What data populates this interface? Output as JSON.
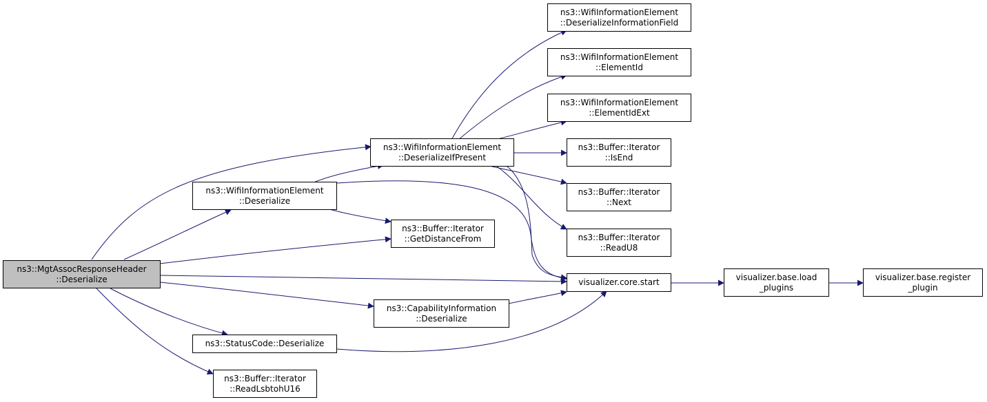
{
  "colors": {
    "edge": "#191970",
    "node_border": "#000000",
    "node_fill": "#ffffff",
    "root_fill": "#bfbfbf"
  },
  "nodes": {
    "root": [
      "ns3::MgtAssocResponseHeader",
      "::Deserialize"
    ],
    "wie_deserialize": [
      "ns3::WifiInformationElement",
      "::Deserialize"
    ],
    "status_code": [
      "ns3::StatusCode::Deserialize"
    ],
    "read_lsbtoh": [
      "ns3::Buffer::Iterator",
      "::ReadLsbtohU16"
    ],
    "wie_deser_if_present": [
      "ns3::WifiInformationElement",
      "::DeserializeIfPresent"
    ],
    "get_distance": [
      "ns3::Buffer::Iterator",
      "::GetDistanceFrom"
    ],
    "cap_info": [
      "ns3::CapabilityInformation",
      "::Deserialize"
    ],
    "wie_deser_info_field": [
      "ns3::WifiInformationElement",
      "::DeserializeInformationField"
    ],
    "wie_element_id": [
      "ns3::WifiInformationElement",
      "::ElementId"
    ],
    "wie_element_id_ext": [
      "ns3::WifiInformationElement",
      "::ElementIdExt"
    ],
    "is_end": [
      "ns3::Buffer::Iterator",
      "::IsEnd"
    ],
    "next": [
      "ns3::Buffer::Iterator",
      "::Next"
    ],
    "read_u8": [
      "ns3::Buffer::Iterator",
      "::ReadU8"
    ],
    "viz_start": [
      "visualizer.core.start"
    ],
    "viz_load": [
      "visualizer.base.load",
      "_plugins"
    ],
    "viz_register": [
      "visualizer.base.register",
      "_plugin"
    ]
  }
}
